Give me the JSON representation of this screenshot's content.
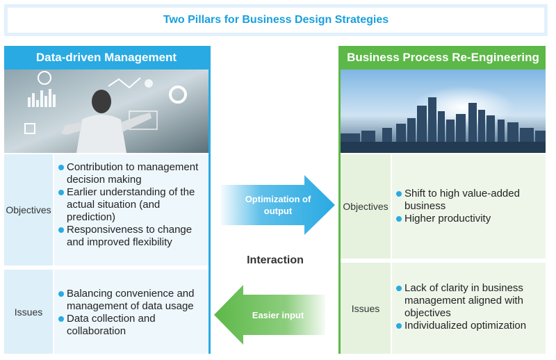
{
  "title": "Two Pillars for Business Design Strategies",
  "left": {
    "header": "Data-driven Management",
    "image_desc": "person-touching-dashboard",
    "objectives_label": "Objectives",
    "objectives": [
      "Contribution to management decision making",
      "Earlier understanding of the actual situation (and prediction)",
      "Responsiveness to change and improved flexibility"
    ],
    "issues_label": "Issues",
    "issues": [
      "Balancing convenience and management of data usage",
      "Data collection and collaboration"
    ]
  },
  "right": {
    "header": "Business Process Re-Engineering",
    "image_desc": "city-skyline",
    "objectives_label": "Objectives",
    "objectives": [
      "Shift to high value-added business",
      "Higher productivity"
    ],
    "issues_label": "Issues",
    "issues": [
      "Lack of clarity in business management aligned with objectives",
      "Individualized optimization"
    ]
  },
  "center": {
    "arrow_right_label": "Optimization of output",
    "interaction_label": "Interaction",
    "arrow_left_label": "Easier input"
  },
  "colors": {
    "blue": "#29aae2",
    "green": "#5cb847",
    "light_blue": "#ddeff9",
    "light_green": "#e6f2de"
  }
}
